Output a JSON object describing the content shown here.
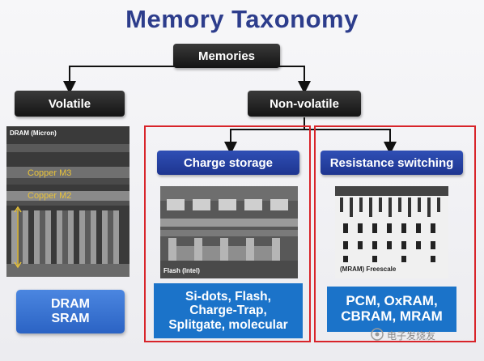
{
  "title": "Memory Taxonomy",
  "root": {
    "label": "Memories"
  },
  "volatile": {
    "label": "Volatile",
    "image_caption": "DRAM (Micron)",
    "layer_labels": [
      "Copper M3",
      "Copper M2"
    ],
    "items_line1": "DRAM",
    "items_line2": "SRAM"
  },
  "nonvolatile": {
    "label": "Non-volatile",
    "charge_storage": {
      "label": "Charge storage",
      "image_caption": "Flash (Intel)",
      "items": [
        "Si-dots, Flash,",
        "Charge-Trap,",
        "Splitgate, molecular"
      ]
    },
    "resistance_switching": {
      "label": "Resistance switching",
      "image_caption": "(MRAM) Freescale",
      "items": [
        "PCM, OxRAM,",
        "CBRAM, MRAM"
      ]
    }
  },
  "watermark": "电子发烧友",
  "colors": {
    "title": "#2d3d8c",
    "dark_box": "#1a1a1a",
    "blue_header": "#2643a6",
    "info_box": "#1b73c9",
    "frame": "#d8242a"
  }
}
